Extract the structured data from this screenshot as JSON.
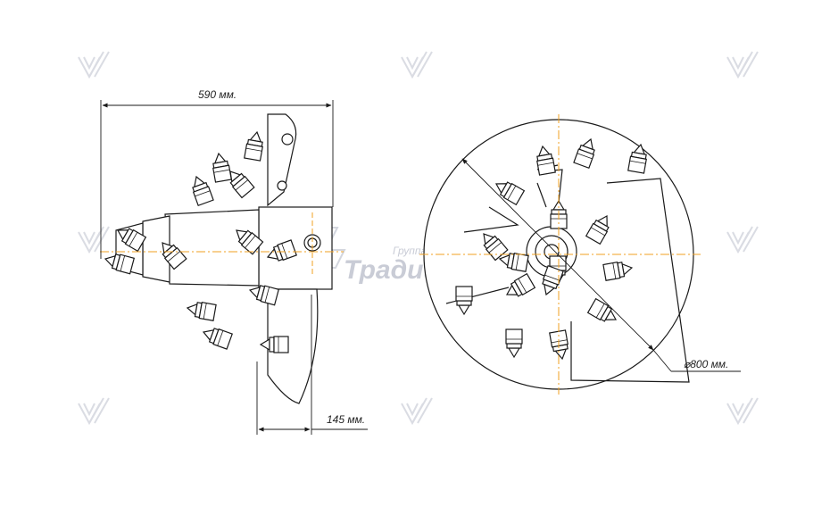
{
  "dimensions": {
    "width_label": "590 мм.",
    "depth_label": "145 мм.",
    "diameter_label": "⌀800 мм."
  },
  "watermark": {
    "company_line": "Группа компаний",
    "brand": "Традиция",
    "color": "#c9ccd6"
  },
  "colors": {
    "line": "#1a1a1a",
    "axis": "#f0a020",
    "watermark": "#d7d9e0"
  }
}
